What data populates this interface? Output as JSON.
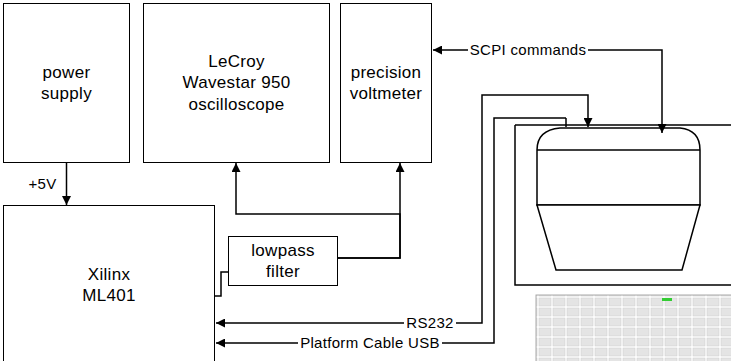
{
  "diagram": {
    "nodes": [
      {
        "text": [
          "power supply"
        ]
      },
      {
        "text": [
          "LeCroy Wavestar 950 oscilloscope"
        ]
      },
      {
        "text": [
          "precision voltmeter"
        ]
      },
      {
        "text": [
          "Xilinx ML401"
        ]
      },
      {
        "text": [
          "lowpass filter"
        ]
      }
    ],
    "edges": [
      {
        "from": 0,
        "to": 3,
        "label": "+5V",
        "arrow": "to"
      },
      {
        "from": 3,
        "to": 4,
        "arrow": "none"
      },
      {
        "from": 4,
        "to": 1,
        "arrow": "to"
      },
      {
        "from": 4,
        "to": 2,
        "arrow": "to"
      }
    ],
    "labels": [
      "SCPI commands",
      "RS232",
      "Platform Cable USB"
    ]
  }
}
